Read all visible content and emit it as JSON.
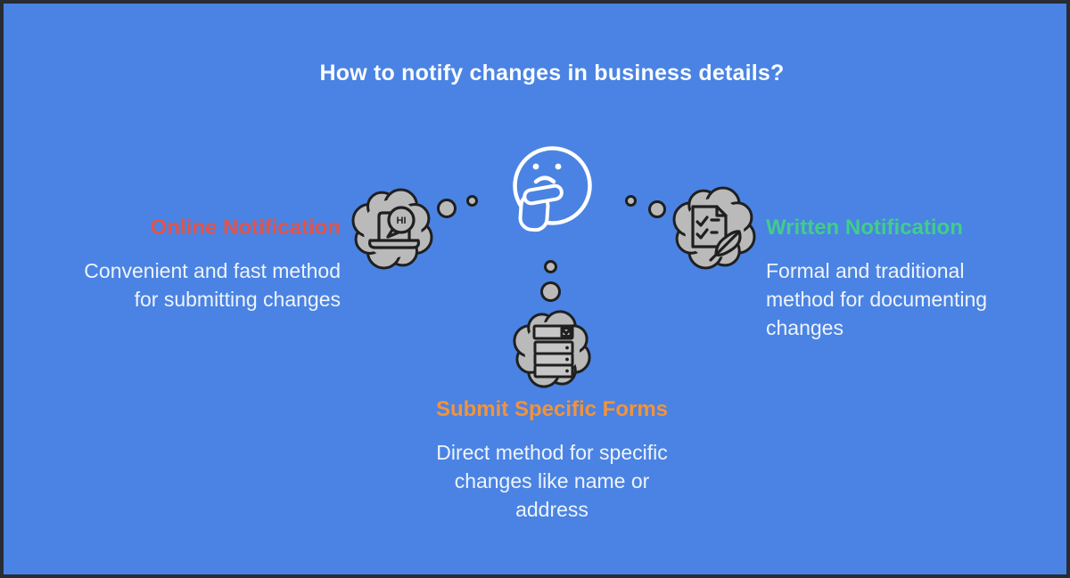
{
  "title": "How to notify changes in business details?",
  "colors": {
    "background": "#4a83e3",
    "frame": "#282c33",
    "body_text": "#eff4fb",
    "cloud_fill": "#bababa",
    "cloud_outline": "#1f1f1f",
    "face_outline": "#ffffff",
    "field_fill": "#c7c7c7"
  },
  "center": {
    "icon": "thinking-face"
  },
  "nodes": {
    "online": {
      "label": "Online Notification",
      "description": "Convenient and fast method for submitting changes",
      "color": "#e0544a",
      "icon": "laptop-hi",
      "bubble_text": "HI"
    },
    "written": {
      "label": "Written Notification",
      "description": "Formal and traditional method for documenting changes",
      "color": "#41cd89",
      "icon": "document-quill"
    },
    "forms": {
      "label": "Submit Specific Forms",
      "description": "Direct method for specific changes like name or address",
      "color": "#f2933c",
      "icon": "form-fields"
    }
  }
}
